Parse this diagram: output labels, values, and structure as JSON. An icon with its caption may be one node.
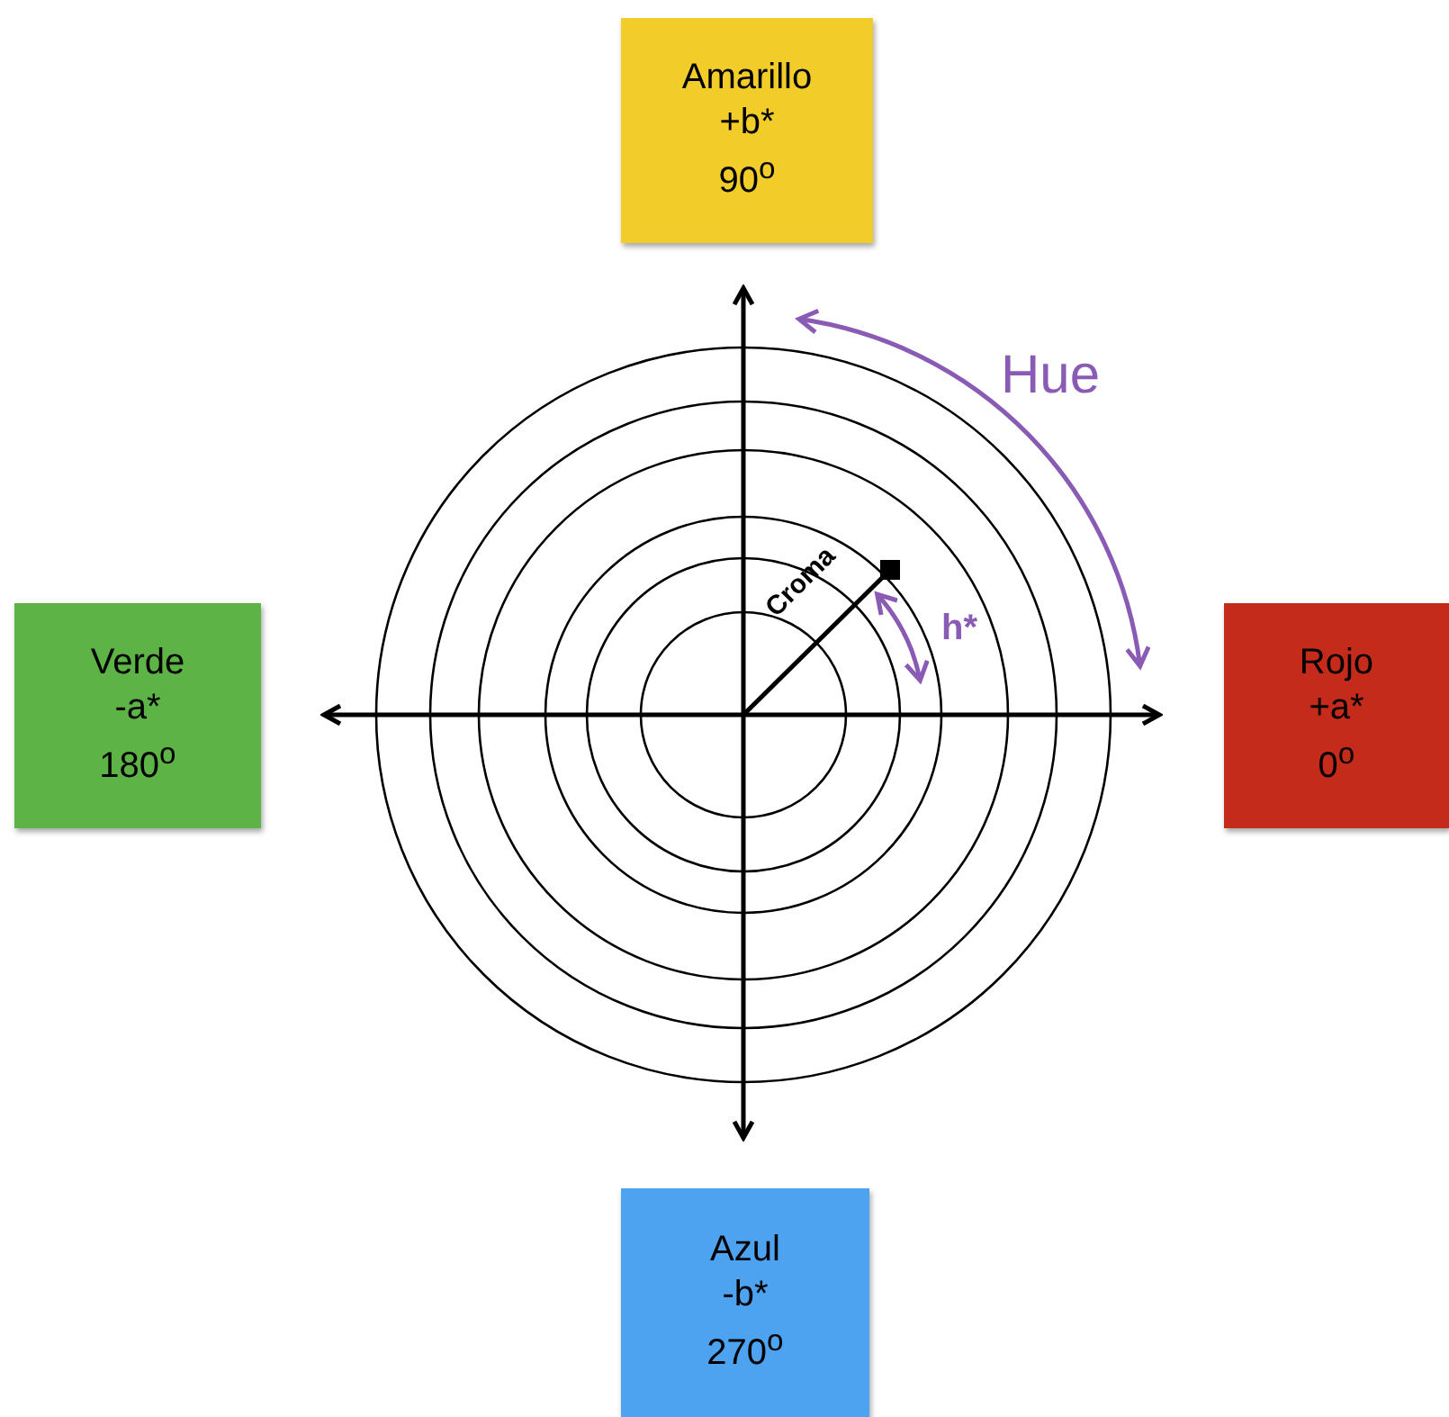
{
  "diagram": {
    "nodes": [
      {
        "text": [
          "Amarillo",
          "+b*",
          "90$^{o}$"
        ]
      },
      {
        "text": [
          "Verde",
          "-a*",
          "180$^{o}$"
        ]
      },
      {
        "text": [
          "Rojo",
          "+a*",
          "0$^{o}$"
        ]
      },
      {
        "text": [
          "Azul",
          "-b*",
          "270$^{o}$"
        ]
      }
    ],
    "labels": [
      "Hue",
      "Croma",
      "h*"
    ]
  }
}
